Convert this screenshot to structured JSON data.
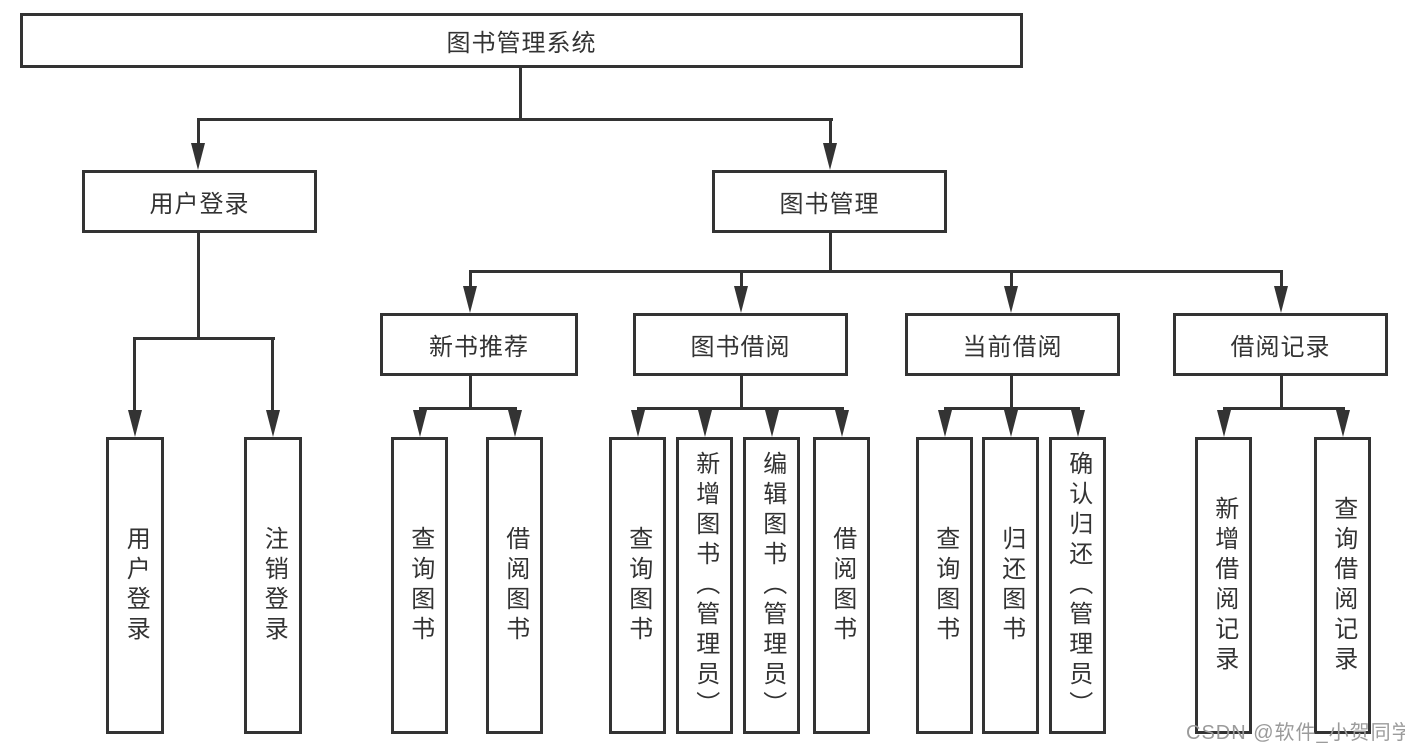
{
  "tree": {
    "label": "图书管理系统",
    "children": [
      {
        "label": "用户登录",
        "children": [
          {
            "label": "用户登录"
          },
          {
            "label": "注销登录"
          }
        ]
      },
      {
        "label": "图书管理",
        "children": [
          {
            "label": "新书推荐",
            "children": [
              {
                "label": "查询图书"
              },
              {
                "label": "借阅图书"
              }
            ]
          },
          {
            "label": "图书借阅",
            "children": [
              {
                "label": "查询图书"
              },
              {
                "label": "新增图书（管理员）"
              },
              {
                "label": "编辑图书（管理员）"
              },
              {
                "label": "借阅图书"
              }
            ]
          },
          {
            "label": "当前借阅",
            "children": [
              {
                "label": "查询图书"
              },
              {
                "label": "归还图书"
              },
              {
                "label": "确认归还（管理员）"
              }
            ]
          },
          {
            "label": "借阅记录",
            "children": [
              {
                "label": "新增借阅记录"
              },
              {
                "label": "查询借阅记录"
              }
            ]
          }
        ]
      }
    ]
  },
  "watermark": "CSDN @软件_小贺同学",
  "colors": {
    "line": "#333333",
    "text": "#333333",
    "watermark": "#9b9b9b",
    "background": "#ffffff"
  }
}
